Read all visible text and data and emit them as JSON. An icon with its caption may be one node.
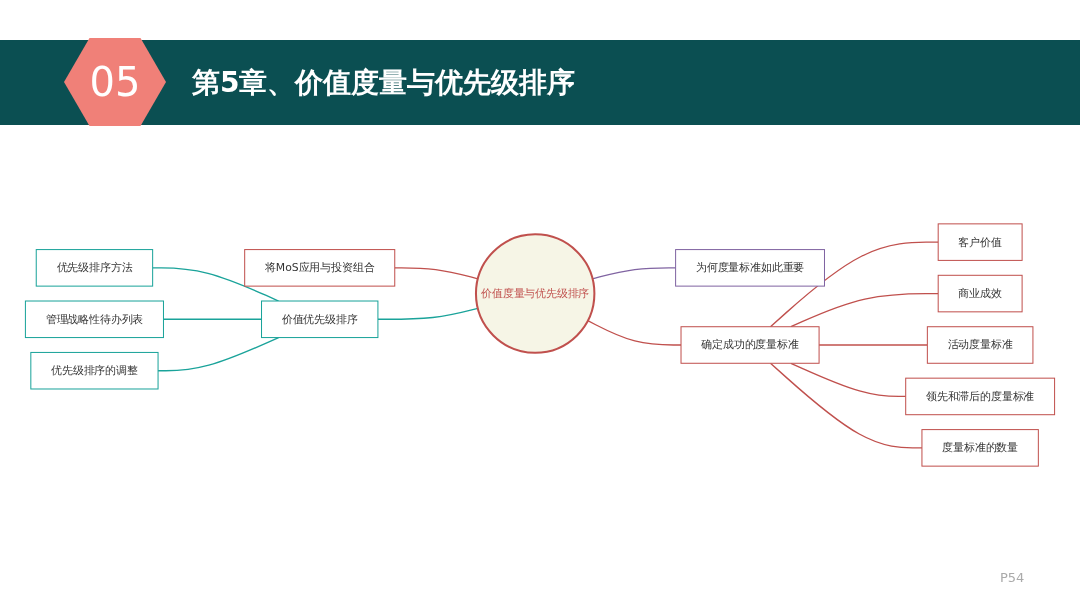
{
  "diagram": {
    "title": "第5章、价值度量与优先级排序",
    "nodes": [
      {
        "text": [
          "价值度量与优先级排序"
        ]
      },
      {
        "text": [
          "将MoS应用与投资组合"
        ]
      },
      {
        "text": [
          "为何度量标准如此重要"
        ]
      },
      {
        "text": [
          "价值优先级排序"
        ]
      },
      {
        "text": [
          "优先级排序方法"
        ]
      },
      {
        "text": [
          "管理战略性待办列表"
        ]
      },
      {
        "text": [
          "优先级排序的调整"
        ]
      },
      {
        "text": [
          "确定成功的度量标准"
        ]
      },
      {
        "text": [
          "客户价值"
        ]
      },
      {
        "text": [
          "商业成效"
        ]
      },
      {
        "text": [
          "活动度量标准"
        ]
      },
      {
        "text": [
          "领先和滞后的度量标准"
        ]
      },
      {
        "text": [
          "度量标准的数量"
        ]
      }
    ],
    "edges": [
      {
        "from": 0,
        "to": 1,
        "arrow": "none"
      },
      {
        "from": 0,
        "to": 2,
        "arrow": "none",
        "color": "#8064a2"
      },
      {
        "from": 0,
        "to": 3,
        "arrow": "none",
        "color": "#1aa39a"
      },
      {
        "from": 3,
        "to": 4,
        "arrow": "none",
        "color": "#1aa39a"
      },
      {
        "from": 3,
        "to": 5,
        "arrow": "none",
        "color": "#1aa39a"
      },
      {
        "from": 3,
        "to": 6,
        "arrow": "none",
        "color": "#1aa39a"
      },
      {
        "from": 0,
        "to": 7,
        "arrow": "none"
      },
      {
        "from": 7,
        "to": 8,
        "arrow": "none"
      },
      {
        "from": 7,
        "to": 9,
        "arrow": "none"
      },
      {
        "from": 7,
        "to": 10,
        "arrow": "none"
      },
      {
        "from": 7,
        "to": 11,
        "arrow": "none"
      },
      {
        "from": 7,
        "to": 12,
        "arrow": "none"
      }
    ],
    "labels": [
      "05",
      "P54"
    ]
  }
}
